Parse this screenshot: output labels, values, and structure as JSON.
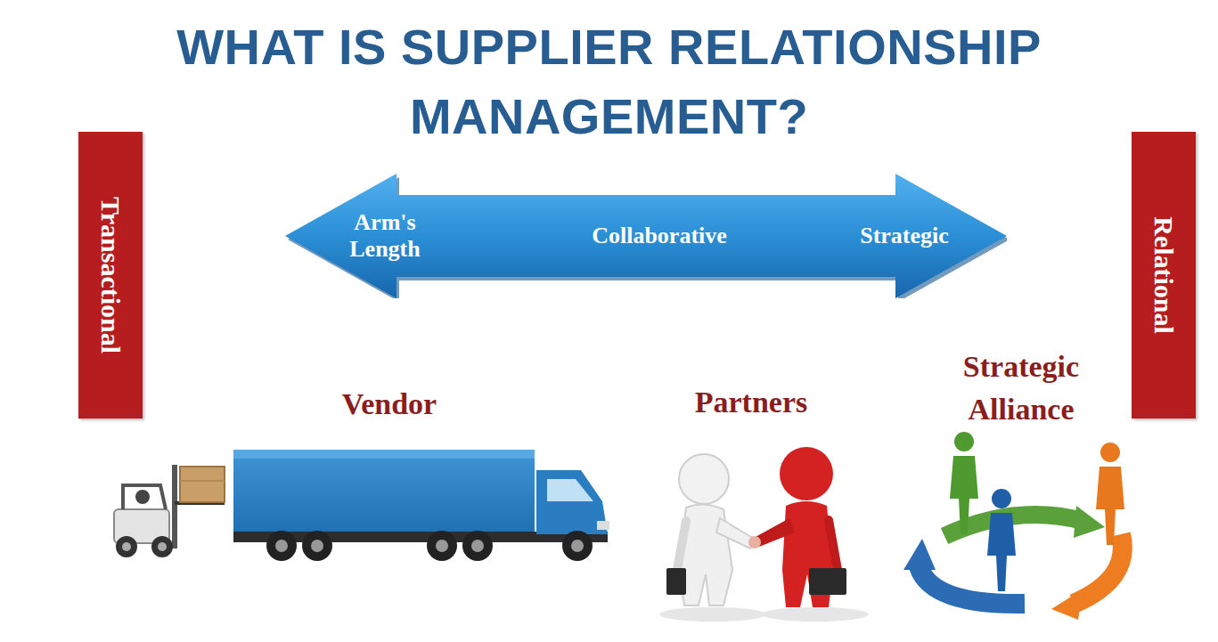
{
  "diagram": {
    "title": "WHAT IS SUPPLIER RELATIONSHIP MANAGEMENT?",
    "nodes": [
      {
        "text": [
          "Transactional"
        ]
      },
      {
        "text": [
          "Arm's Length",
          "Collaborative",
          "Strategic"
        ]
      },
      {
        "text": [
          "Relational"
        ]
      }
    ],
    "labels": [
      "Vendor",
      "Partners",
      "Strategic Alliance"
    ]
  }
}
